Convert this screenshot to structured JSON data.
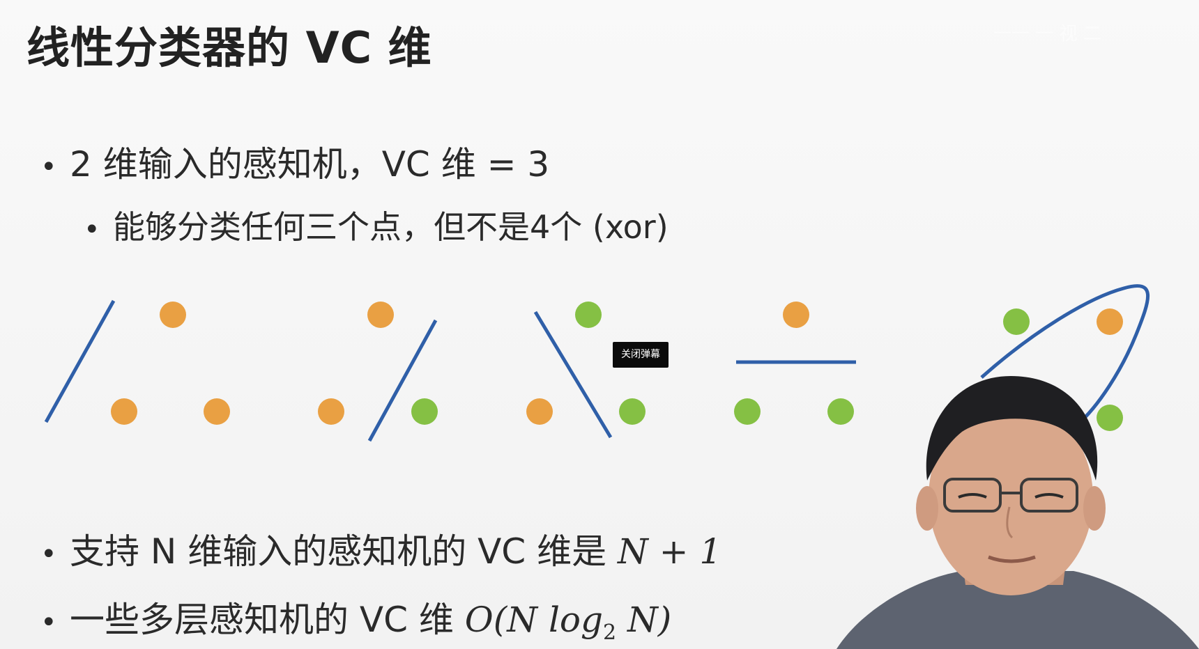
{
  "slide": {
    "title": "线性分类器的 VC 维",
    "watermark": "一一 一 视 二",
    "bullet1": "2 维输入的感知机，VC 维 = 3",
    "bullet1_sub": "能够分类任何三个点，但不是4个 (xor)",
    "bullet2_text": "支持 N 维输入的感知机的 VC 维是 ",
    "bullet2_math": "N + 1",
    "bullet3_text": "一些多层感知机的 VC 维 ",
    "bullet3_math_pre": "O(N log",
    "bullet3_math_sub": "2",
    "bullet3_math_post": " N)"
  },
  "player": {
    "close_danmaku_label": "关闭弹幕"
  },
  "colors": {
    "orange": "#E9A043",
    "green": "#85C044",
    "line": "#2F5FA8",
    "tooltip_bg": "#0b0b0b"
  }
}
